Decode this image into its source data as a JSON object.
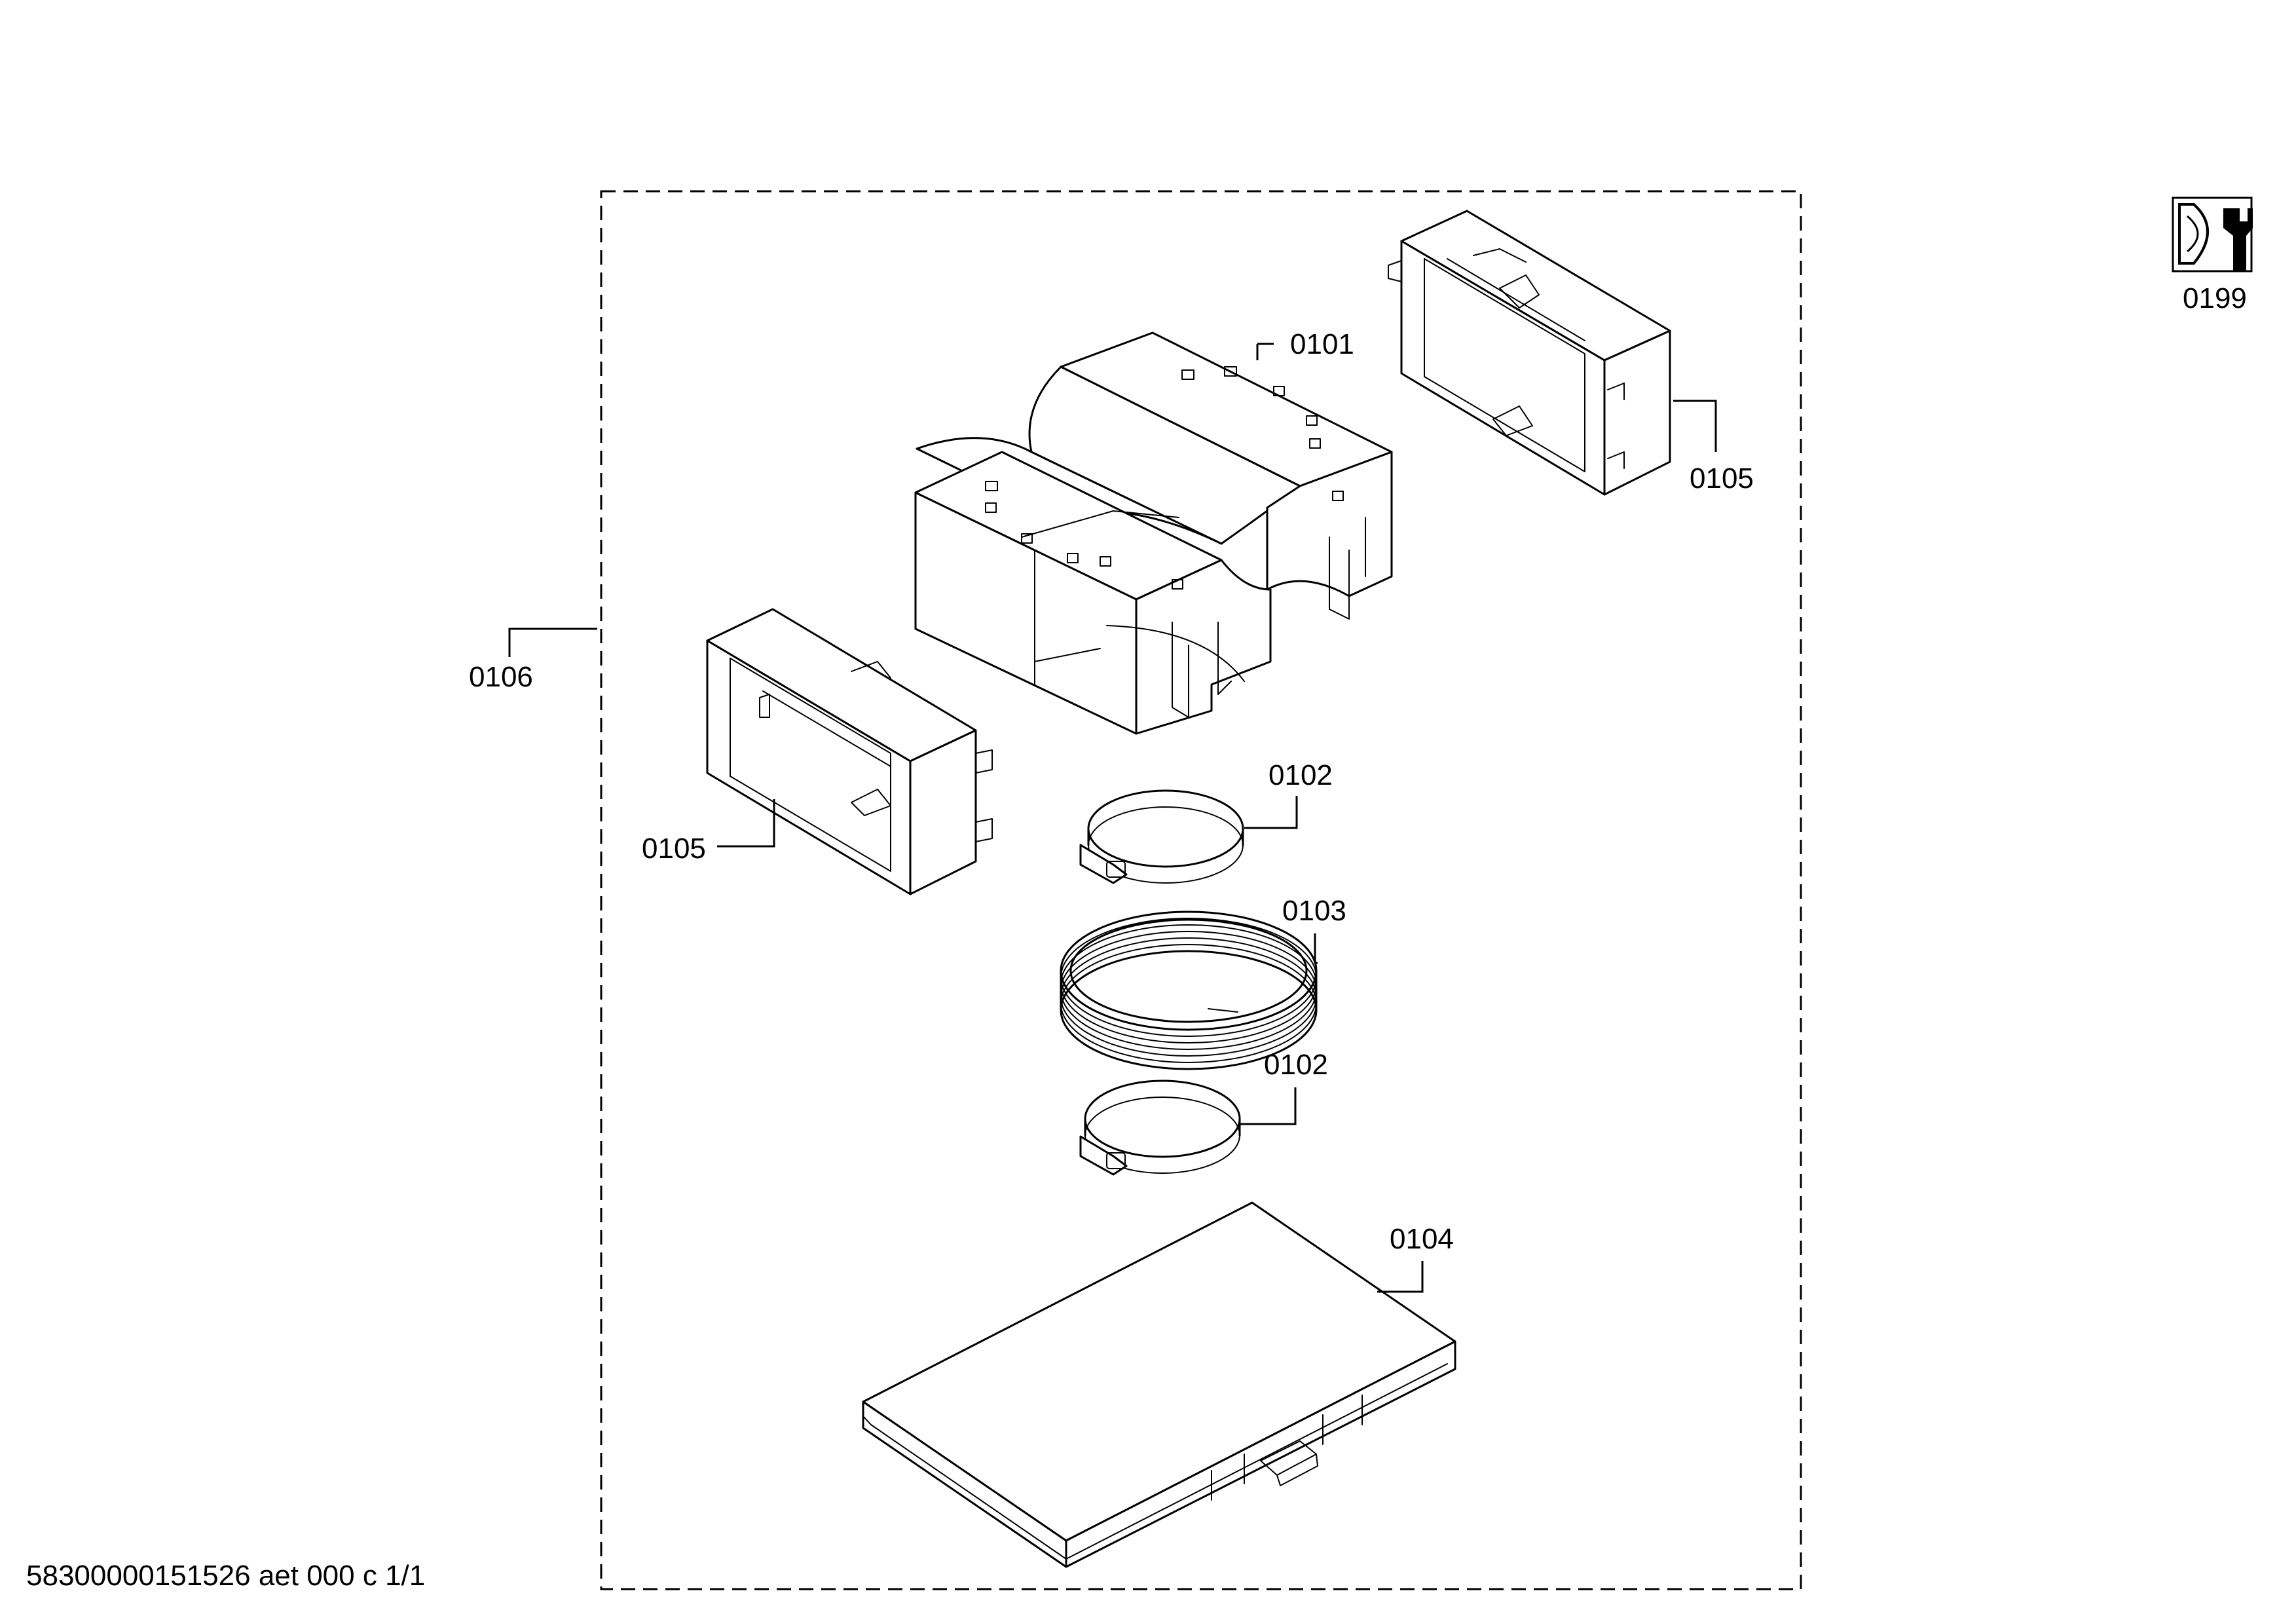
{
  "labels": {
    "duct_adapter": "0101",
    "hose_clamp_top": "0102",
    "hose_clamp_bottom": "0102",
    "flex_hose": "0103",
    "filter_panel": "0104",
    "frame_right": "0105",
    "frame_left": "0105",
    "kit": "0106",
    "tool": "0199"
  },
  "footer": {
    "document_id": "58300000151526 aet 000 c 1/1"
  },
  "icons": {
    "tool": "wrench-nut-icon"
  },
  "colors": {
    "line": "#000000",
    "background": "#ffffff"
  }
}
